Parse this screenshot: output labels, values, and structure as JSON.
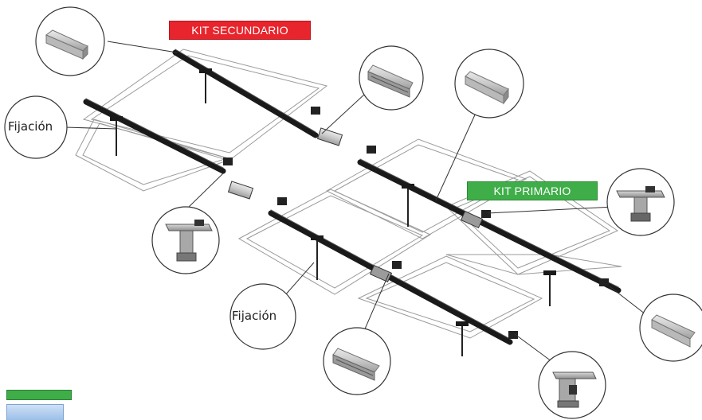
{
  "labels": {
    "kit_secundario": "KIT SECUNDARIO",
    "kit_primario": "KIT PRIMARIO",
    "fijacion_left": "Fijación",
    "fijacion_bottom": "Fijación"
  },
  "colors": {
    "secundario": "#e8242c",
    "primario": "#3fae49",
    "rail": "#1a1a1a",
    "panel_outline": "#8a8a8a"
  },
  "callouts": [
    {
      "id": "rail-profile-top-left",
      "icon": "rail-profile-icon"
    },
    {
      "id": "rail-splice-mid",
      "icon": "splice-profile-icon"
    },
    {
      "id": "rail-profile-top-right",
      "icon": "rail-profile-icon"
    },
    {
      "id": "fijacion-left",
      "icon": "fijacion-text"
    },
    {
      "id": "end-clamp-left",
      "icon": "end-clamp-icon"
    },
    {
      "id": "mid-clamp-right",
      "icon": "mid-clamp-icon"
    },
    {
      "id": "fijacion-bottom",
      "icon": "fijacion-text"
    },
    {
      "id": "splice-bottom",
      "icon": "splice-profile-icon"
    },
    {
      "id": "rail-end-right",
      "icon": "rail-profile-icon"
    },
    {
      "id": "end-clamp-bottom",
      "icon": "end-clamp-icon"
    }
  ]
}
